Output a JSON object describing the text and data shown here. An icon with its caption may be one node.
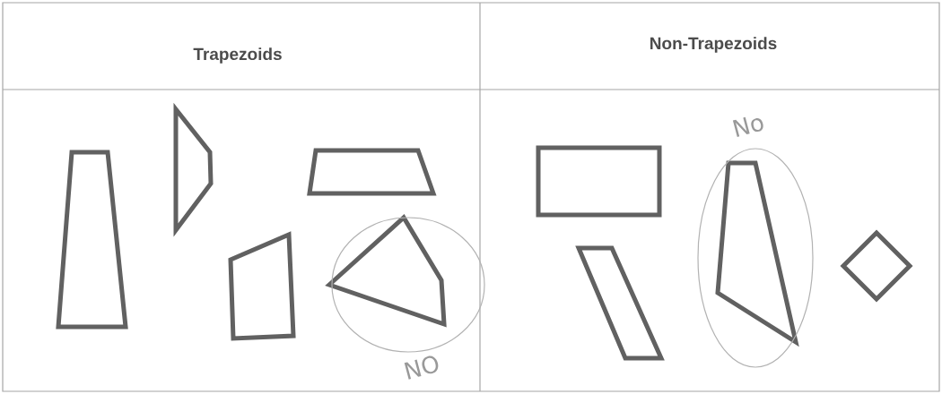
{
  "diagram": {
    "labels": [
      "Trapezoids",
      "Non-Trapezoids",
      "No",
      "NO"
    ]
  }
}
